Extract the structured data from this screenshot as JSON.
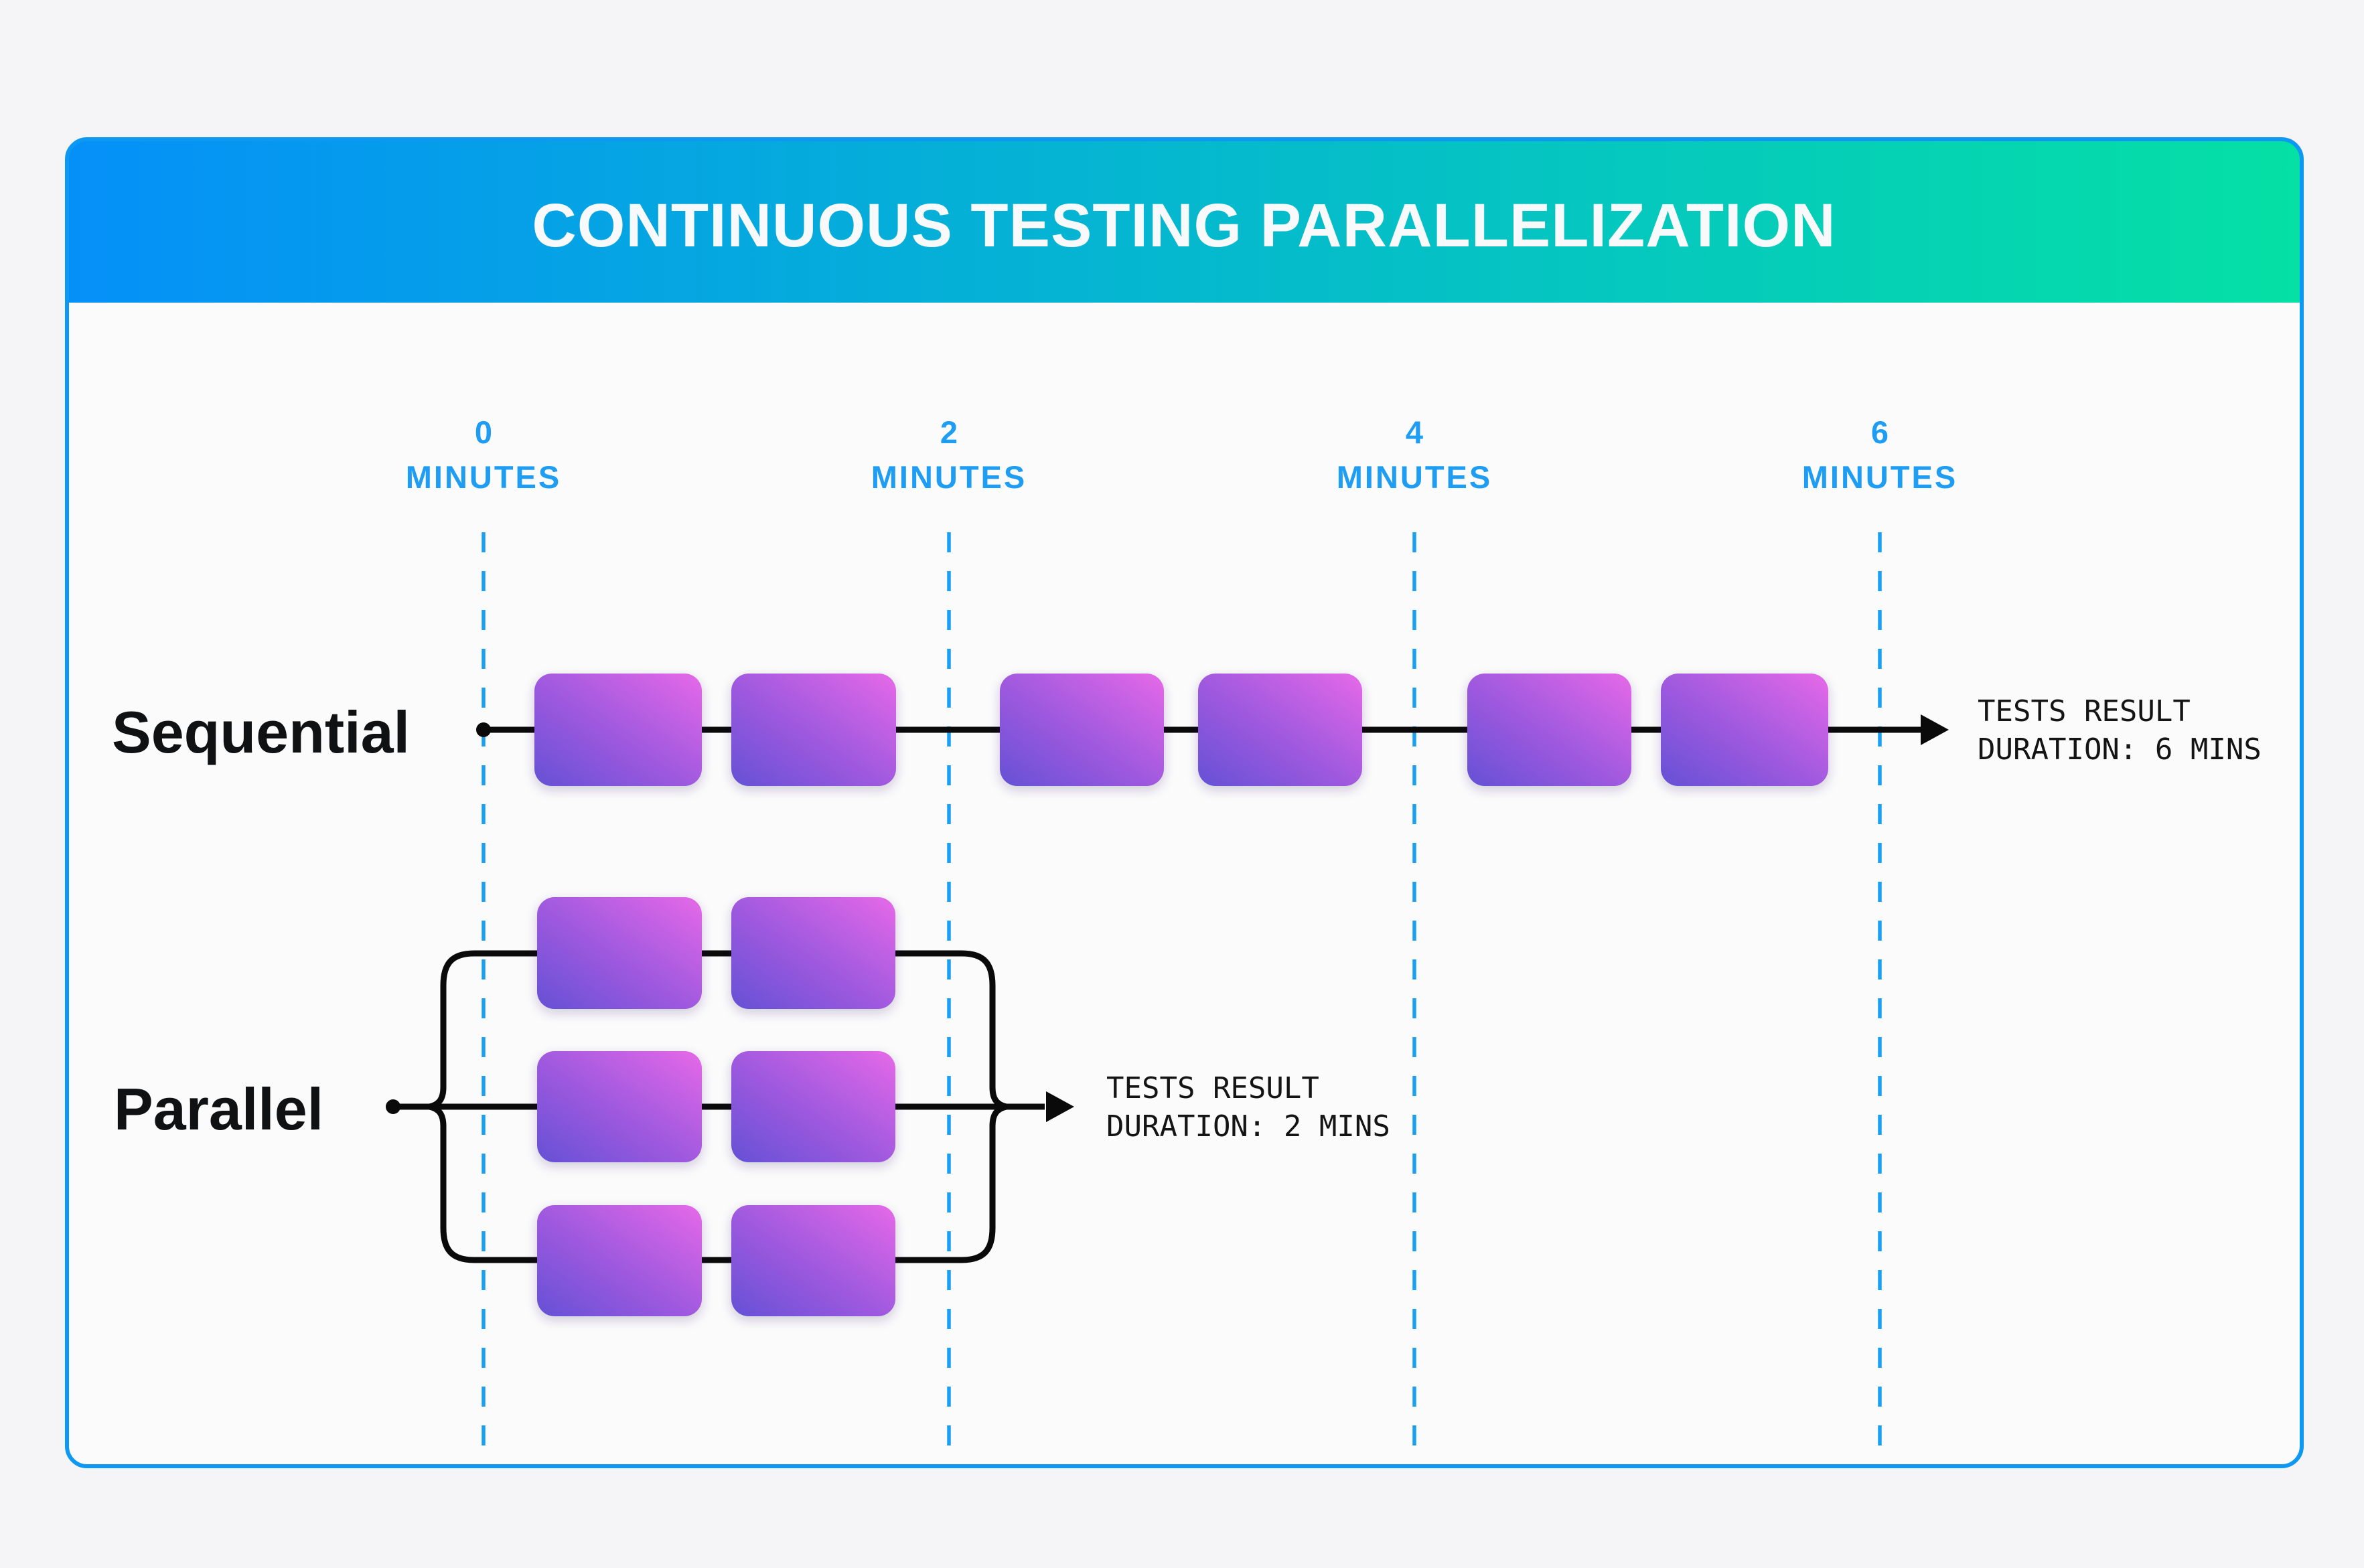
{
  "title": "CONTINUOUS TESTING PARALLELIZATION",
  "timeline": {
    "markers": [
      {
        "value": "0",
        "unit": "MINUTES"
      },
      {
        "value": "2",
        "unit": "MINUTES"
      },
      {
        "value": "4",
        "unit": "MINUTES"
      },
      {
        "value": "6",
        "unit": "MINUTES"
      }
    ]
  },
  "rows": {
    "sequential": {
      "label": "Sequential",
      "result_line1": "TESTS RESULT",
      "result_line2": "DURATION: 6 MINS"
    },
    "parallel": {
      "label": "Parallel",
      "result_line1": "TESTS RESULT",
      "result_line2": "DURATION: 2 MINS"
    }
  },
  "colors": {
    "page_background": "#F5F5F7",
    "card_background": "#FBFBFC",
    "card_border_blue": "#0D99F1",
    "header_gradient_start": "#0590F8",
    "header_gradient_end": "#05E0A5",
    "timeline_blue": "#1E9DF3",
    "dashed_line_blue": "#1AA0F3",
    "box_gradient_start": "#6550D5",
    "box_gradient_end": "#E669E8",
    "line_black": "#0A0A0A",
    "title_white": "#F7F9FA"
  }
}
